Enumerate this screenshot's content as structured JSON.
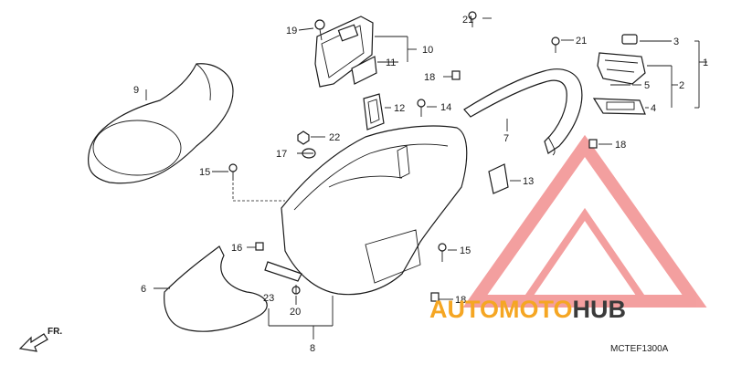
{
  "callouts": {
    "c1": "1",
    "c2": "2",
    "c3": "3",
    "c4": "4",
    "c5": "5",
    "c6": "6",
    "c7": "7",
    "c8": "8",
    "c9": "9",
    "c10": "10",
    "c11": "11",
    "c12": "12",
    "c13": "13",
    "c14": "14",
    "c15a": "15",
    "c15b": "15",
    "c16": "16",
    "c17": "17",
    "c18a": "18",
    "c18b": "18",
    "c18c": "18",
    "c19": "19",
    "c20": "20",
    "c21a": "21",
    "c21b": "21",
    "c22": "22",
    "c23": "23"
  },
  "diagram_code": "MCTEF1300A",
  "front_label": "FR.",
  "watermark": {
    "text_a": "AUTOMOTO",
    "text_b": "HUB",
    "color_a": "#f5a623",
    "color_b": "#3a3a3a",
    "mark_color": "#f08080"
  }
}
